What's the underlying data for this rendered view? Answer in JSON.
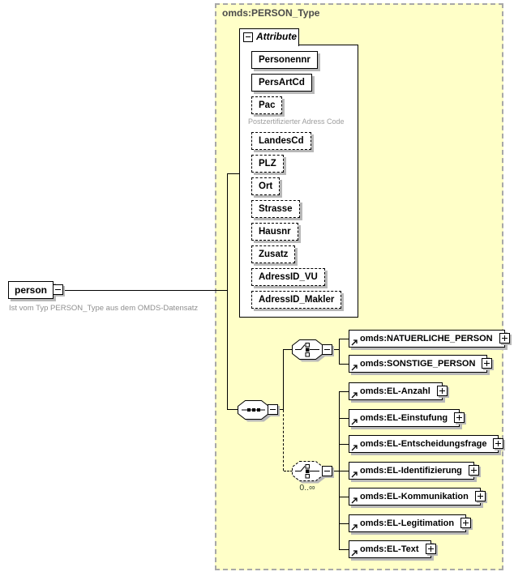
{
  "type_box": {
    "title": "omds:PERSON_Type"
  },
  "root": {
    "name": "person",
    "annotation": "Ist vom Typ PERSON_Type aus dem OMDS-Datensatz"
  },
  "attributes": {
    "header": "Attribute",
    "items": [
      {
        "name": "Personennr",
        "use": "required"
      },
      {
        "name": "PersArtCd",
        "use": "required"
      },
      {
        "name": "Pac",
        "use": "optional",
        "annotation": "Postzertifizierter Adress Code"
      },
      {
        "name": "LandesCd",
        "use": "optional"
      },
      {
        "name": "PLZ",
        "use": "optional"
      },
      {
        "name": "Ort",
        "use": "optional"
      },
      {
        "name": "Strasse",
        "use": "optional"
      },
      {
        "name": "Hausnr",
        "use": "optional"
      },
      {
        "name": "Zusatz",
        "use": "optional"
      },
      {
        "name": "AdressID_VU",
        "use": "optional"
      },
      {
        "name": "AdressID_Makler",
        "use": "optional"
      }
    ]
  },
  "model": {
    "sequence": {
      "kind": "sequence"
    },
    "person_choice": {
      "kind": "choice",
      "items": [
        {
          "name": "omds:NATUERLICHE_PERSON"
        },
        {
          "name": "omds:SONSTIGE_PERSON"
        }
      ]
    },
    "el_choice": {
      "kind": "choice",
      "occurrence": "0..∞",
      "items": [
        {
          "name": "omds:EL-Anzahl"
        },
        {
          "name": "omds:EL-Einstufung"
        },
        {
          "name": "omds:EL-Entscheidungsfrage"
        },
        {
          "name": "omds:EL-Identifizierung"
        },
        {
          "name": "omds:EL-Kommunikation"
        },
        {
          "name": "omds:EL-Legitimation"
        },
        {
          "name": "omds:EL-Text"
        }
      ]
    }
  },
  "icons": {
    "collapse": "minus-box",
    "expand": "plus-box",
    "sequence": "dotted-row-octagon",
    "choice": "switch-octagon",
    "reference": "northeast-arrow"
  },
  "colors": {
    "container_fill": "#FFFFC8",
    "container_border": "#a8a8a8",
    "shadow": "#b8b8b8",
    "annotation_gray": "#8f8f8f",
    "node_border": "#000000"
  }
}
